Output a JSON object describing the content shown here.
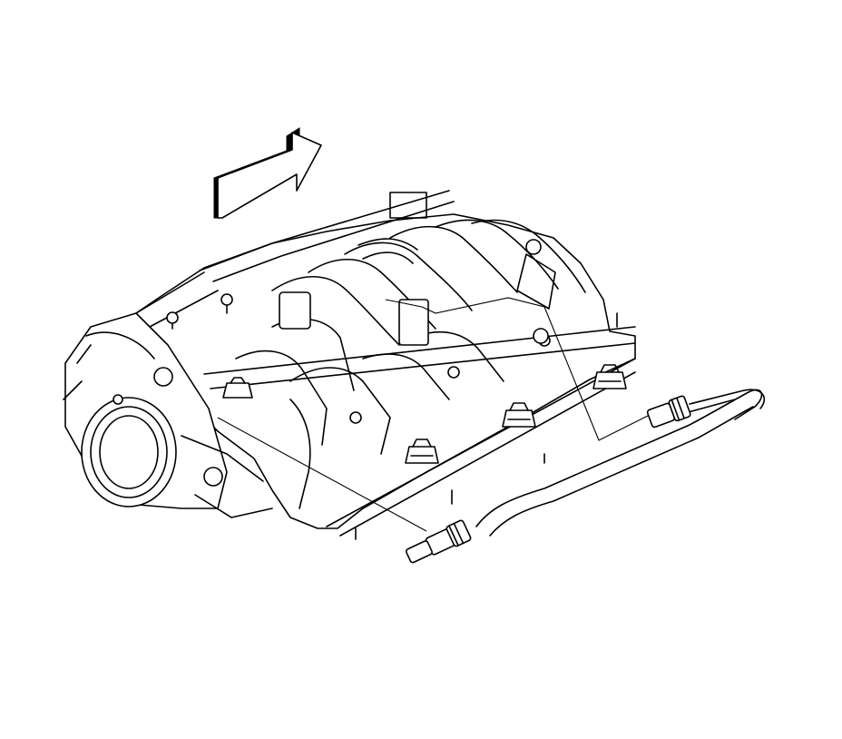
{
  "figure": {
    "background": "#ffffff",
    "line_color": "#000000",
    "parts": {
      "direction_arrow": "direction-arrow-icon",
      "intake_manifold": "intake-manifold",
      "throttle_body": "throttle-body",
      "fuel_rail": "fuel-rail",
      "fuel_injectors": "fuel-injector-icon",
      "fuel_feed_line": "fuel-line-hose",
      "quick_connect_fittings": "quick-connect-fitting-icon"
    }
  }
}
